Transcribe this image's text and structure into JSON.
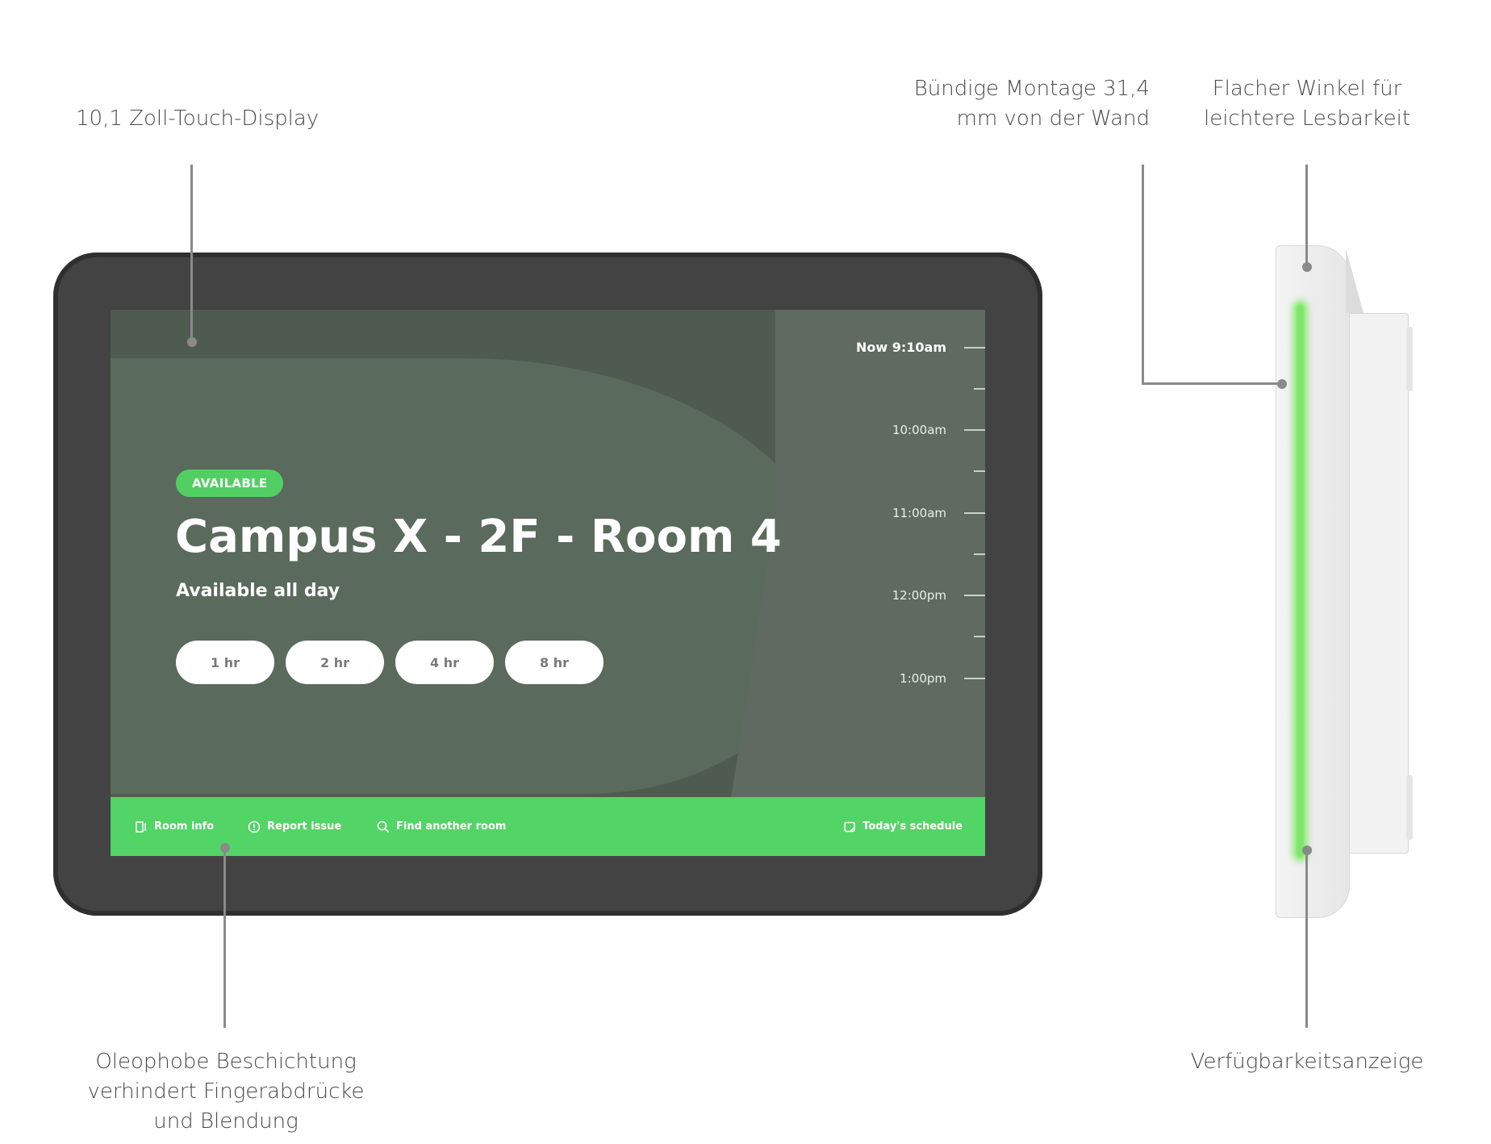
{
  "callouts": {
    "display": "10,1 Zoll-Touch-Display",
    "mount_line1": "Bündige Montage 31,4",
    "mount_line2": "mm von der Wand",
    "angle_line1": "Flacher Winkel für",
    "angle_line2": "leichtere Lesbarkeit",
    "coating_line1": "Oleophobe Beschichtung",
    "coating_line2": "verhindert Fingerabdrücke",
    "coating_line3": "und Blendung",
    "indicator": "Verfügbarkeitsanzeige"
  },
  "screen": {
    "status_badge": "AVAILABLE",
    "room_name": "Campus X - 2F - Room 4",
    "availability": "Available all day",
    "durations": [
      "1 hr",
      "2 hr",
      "4 hr",
      "8 hr"
    ],
    "timeline": {
      "now": "Now 9:10am",
      "hours": [
        "10:00am",
        "11:00am",
        "12:00pm",
        "1:00pm"
      ]
    },
    "bottom_bar": {
      "room_info": "Room info",
      "report_issue": "Report issue",
      "find_room": "Find another room",
      "schedule": "Today's schedule"
    }
  },
  "colors": {
    "available_green": "#52d466",
    "screen_bg": "#4f5b51",
    "bezel": "#434343",
    "led": "#7ce66a"
  }
}
